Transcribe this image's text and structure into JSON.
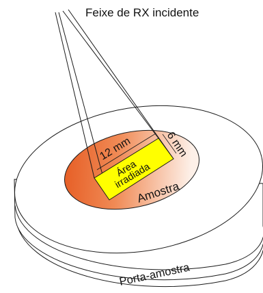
{
  "labels": {
    "beam": "Feixe de RX incidente",
    "width_dim": "12 mm",
    "height_dim": "6 mm",
    "area_line1": "Área",
    "area_line2": "irradiada",
    "sample": "Amostra",
    "holder": "Porta-amostra"
  },
  "colors": {
    "sample_gradient_start": "#e8622a",
    "sample_gradient_end": "#fbe4d6",
    "irradiated_area": "#ffff00",
    "outline": "#1a1a1a"
  }
}
